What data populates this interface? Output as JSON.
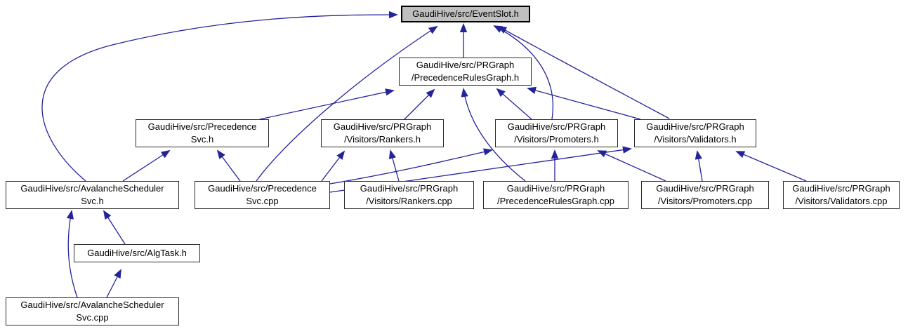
{
  "diagram": {
    "type": "include-dependency-graph",
    "root": "GaudiHive/src/EventSlot.h",
    "colors": {
      "edge": "#23239b",
      "node_border": "#2b2b2b",
      "node_fill": "#ffffff",
      "highlight_fill": "#bfbfbf",
      "text": "#000000",
      "background": "#ffffff"
    },
    "nodes": [
      {
        "id": "eventslot_h",
        "label": "GaudiHive/src/EventSlot.h",
        "highlighted": true
      },
      {
        "id": "prgraph_h",
        "label": "GaudiHive/src/PRGraph\n/PrecedenceRulesGraph.h",
        "highlighted": false
      },
      {
        "id": "precsvc_h",
        "label": "GaudiHive/src/Precedence\nSvc.h",
        "highlighted": false
      },
      {
        "id": "rankers_h",
        "label": "GaudiHive/src/PRGraph\n/Visitors/Rankers.h",
        "highlighted": false
      },
      {
        "id": "promoters_h",
        "label": "GaudiHive/src/PRGraph\n/Visitors/Promoters.h",
        "highlighted": false
      },
      {
        "id": "validators_h",
        "label": "GaudiHive/src/PRGraph\n/Visitors/Validators.h",
        "highlighted": false
      },
      {
        "id": "avsched_h",
        "label": "GaudiHive/src/AvalancheScheduler\nSvc.h",
        "highlighted": false
      },
      {
        "id": "precsvc_cpp",
        "label": "GaudiHive/src/Precedence\nSvc.cpp",
        "highlighted": false
      },
      {
        "id": "rankers_cpp",
        "label": "GaudiHive/src/PRGraph\n/Visitors/Rankers.cpp",
        "highlighted": false
      },
      {
        "id": "prgraph_cpp",
        "label": "GaudiHive/src/PRGraph\n/PrecedenceRulesGraph.cpp",
        "highlighted": false
      },
      {
        "id": "promoters_cpp",
        "label": "GaudiHive/src/PRGraph\n/Visitors/Promoters.cpp",
        "highlighted": false
      },
      {
        "id": "validators_cpp",
        "label": "GaudiHive/src/PRGraph\n/Visitors/Validators.cpp",
        "highlighted": false
      },
      {
        "id": "algtask_h",
        "label": "GaudiHive/src/AlgTask.h",
        "highlighted": false
      },
      {
        "id": "avsched_cpp",
        "label": "GaudiHive/src/AvalancheScheduler\nSvc.cpp",
        "highlighted": false
      }
    ],
    "edges": [
      {
        "from": "prgraph_h",
        "to": "eventslot_h"
      },
      {
        "from": "avsched_h",
        "to": "eventslot_h"
      },
      {
        "from": "precsvc_cpp",
        "to": "eventslot_h"
      },
      {
        "from": "promoters_h",
        "to": "eventslot_h"
      },
      {
        "from": "validators_h",
        "to": "eventslot_h"
      },
      {
        "from": "precsvc_h",
        "to": "prgraph_h"
      },
      {
        "from": "rankers_h",
        "to": "prgraph_h"
      },
      {
        "from": "prgraph_cpp",
        "to": "prgraph_h"
      },
      {
        "from": "promoters_h",
        "to": "prgraph_h"
      },
      {
        "from": "validators_h",
        "to": "prgraph_h"
      },
      {
        "from": "avsched_h",
        "to": "precsvc_h"
      },
      {
        "from": "precsvc_cpp",
        "to": "precsvc_h"
      },
      {
        "from": "precsvc_cpp",
        "to": "rankers_h"
      },
      {
        "from": "rankers_cpp",
        "to": "rankers_h"
      },
      {
        "from": "precsvc_cpp",
        "to": "promoters_h"
      },
      {
        "from": "prgraph_cpp",
        "to": "promoters_h"
      },
      {
        "from": "promoters_cpp",
        "to": "promoters_h"
      },
      {
        "from": "precsvc_cpp",
        "to": "validators_h"
      },
      {
        "from": "promoters_cpp",
        "to": "validators_h"
      },
      {
        "from": "validators_cpp",
        "to": "validators_h"
      },
      {
        "from": "algtask_h",
        "to": "avsched_h"
      },
      {
        "from": "avsched_cpp",
        "to": "avsched_h"
      },
      {
        "from": "avsched_cpp",
        "to": "algtask_h"
      }
    ]
  }
}
